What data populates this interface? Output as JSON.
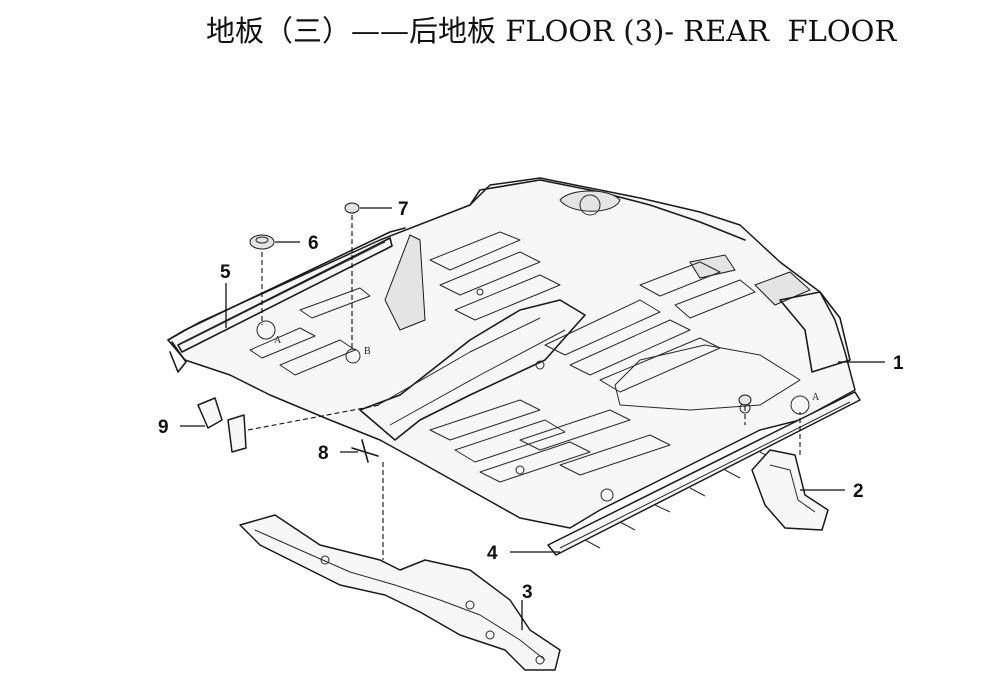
{
  "title": "地板（三）——后地板 FLOOR (3)- REAR  FLOOR",
  "callouts": {
    "c1": "1",
    "c2": "2",
    "c3": "3",
    "c4": "4",
    "c5": "5",
    "c6": "6",
    "c7": "7",
    "c8": "8",
    "c9": "9"
  },
  "marks": {
    "a_left": "A",
    "a_right": "A",
    "b_mark": "B"
  }
}
